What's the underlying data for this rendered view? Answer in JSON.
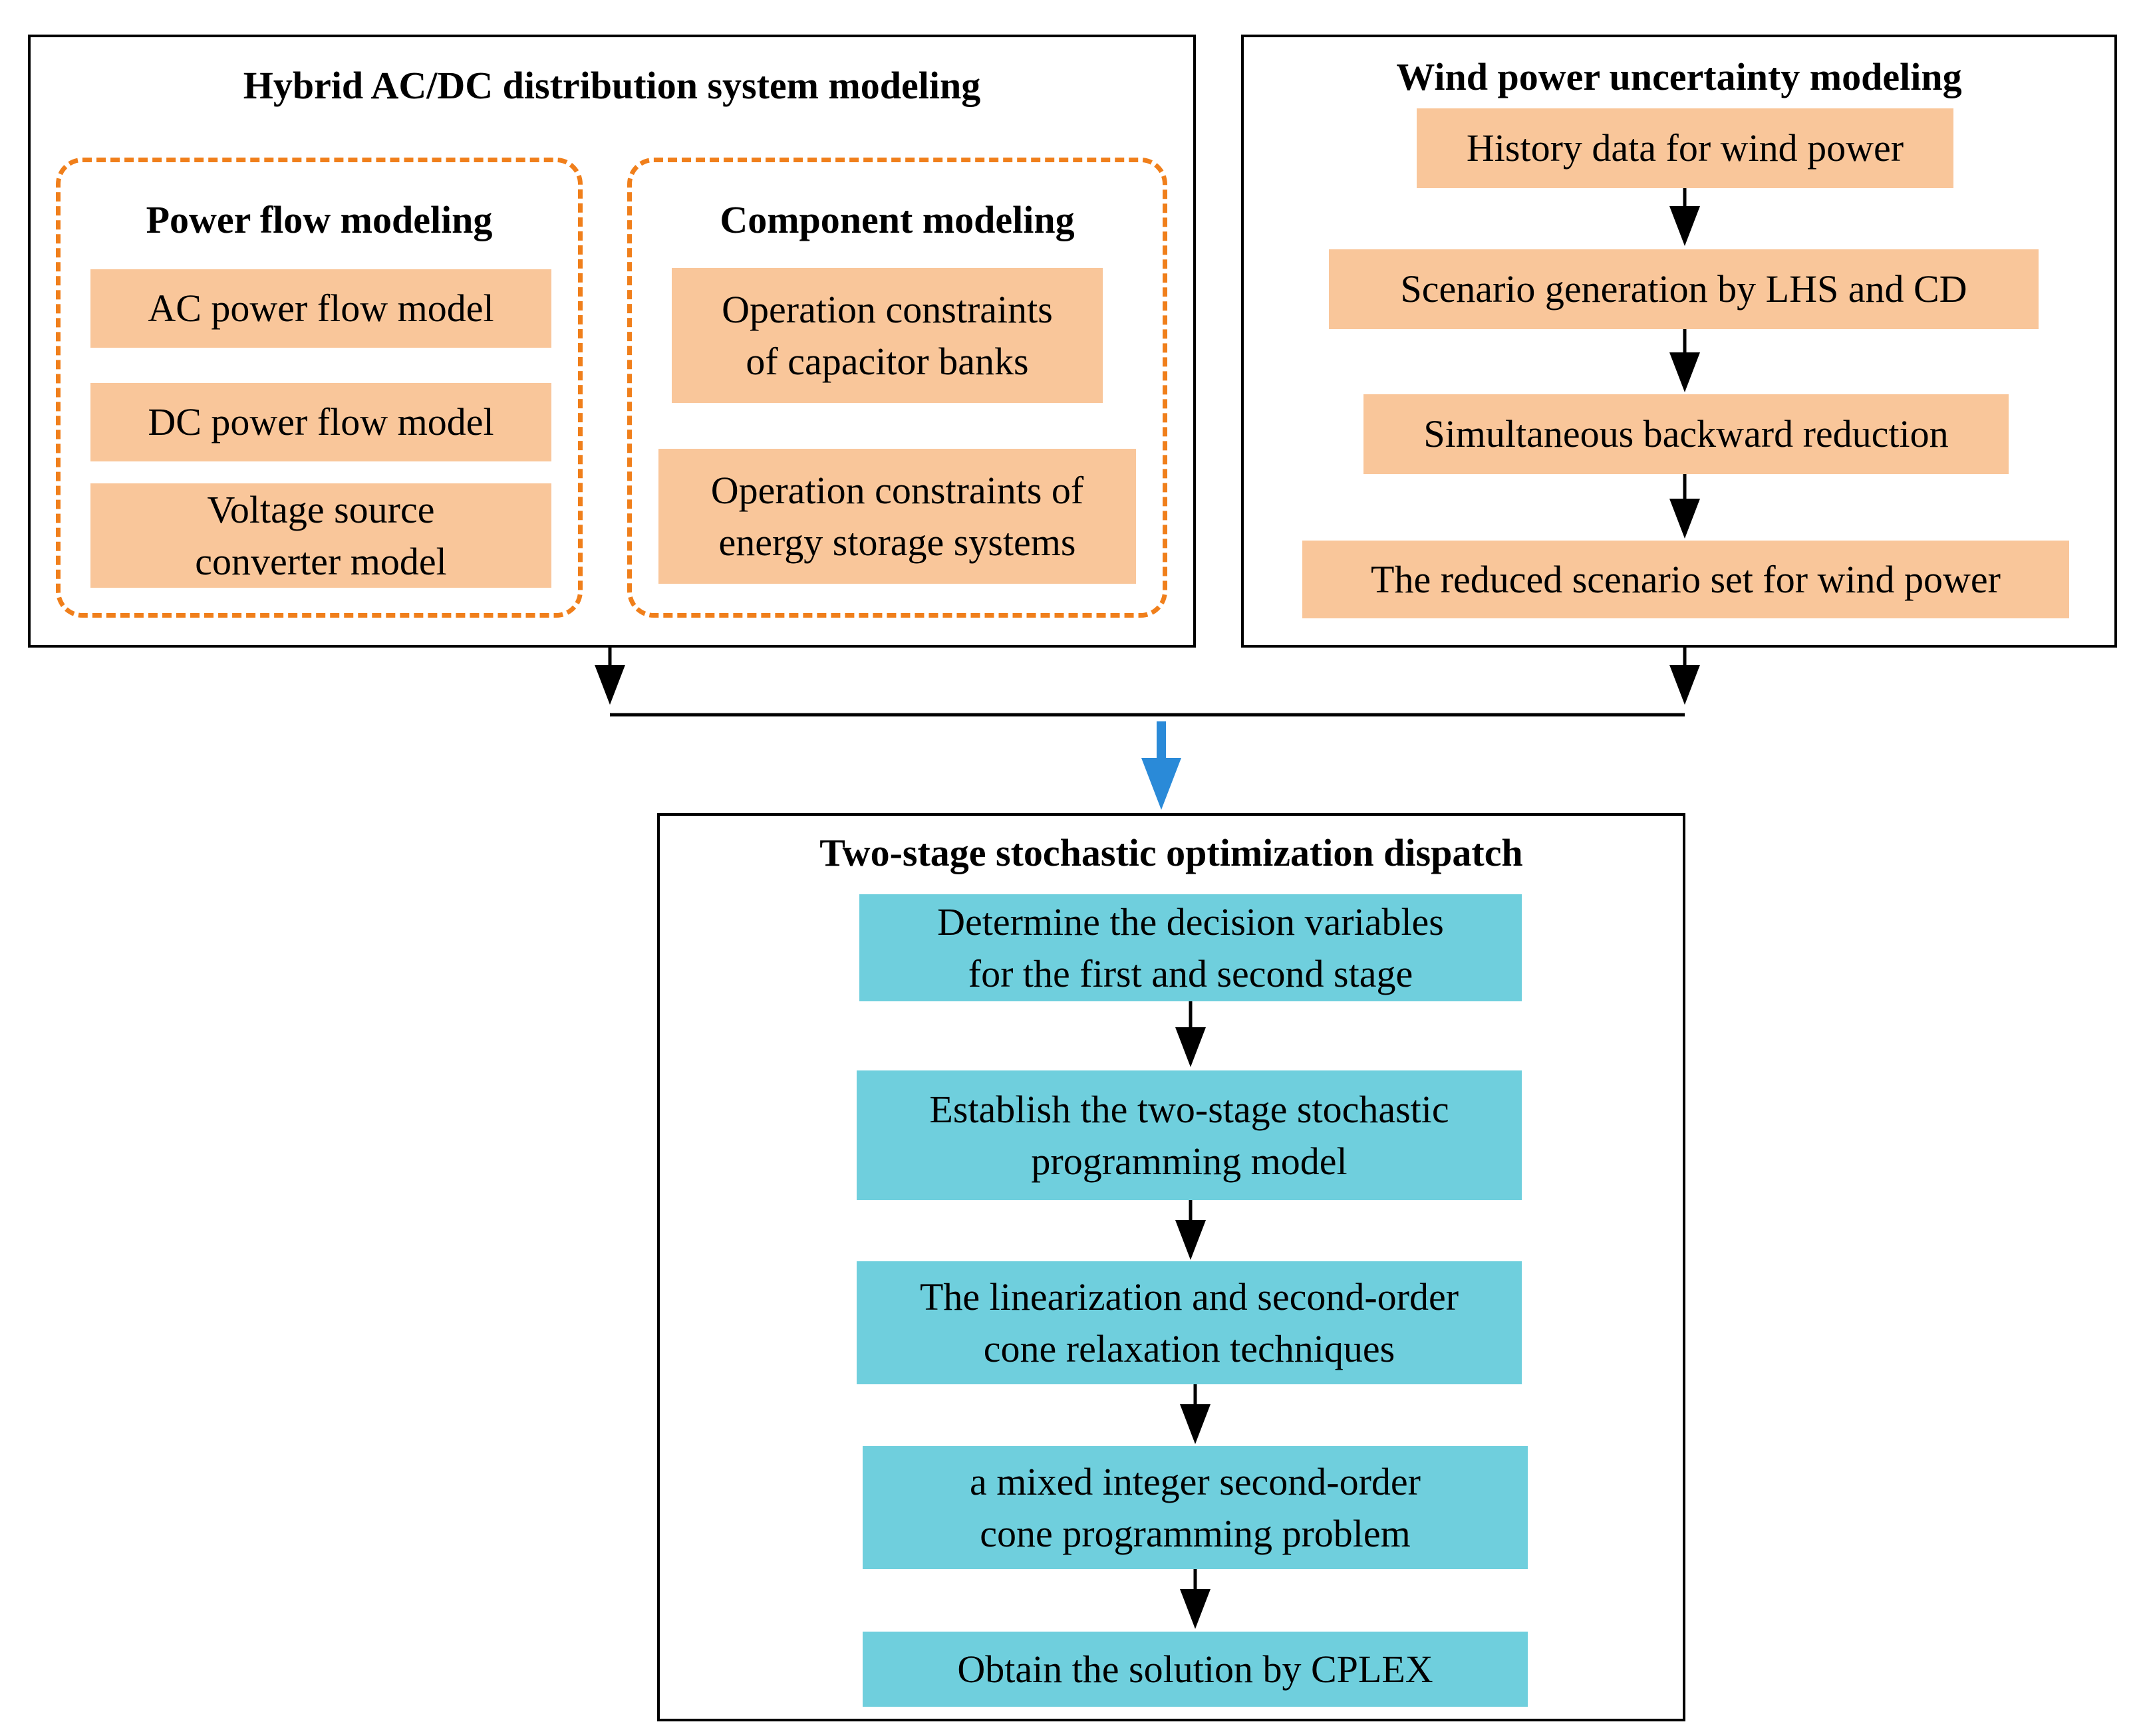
{
  "colors": {
    "orange_box": "#f9c69a",
    "orange_dash": "#f07f1b",
    "teal_box": "#6fcfdd",
    "blue_arrow": "#2a8ad8",
    "black": "#000000"
  },
  "hybrid": {
    "title": "Hybrid AC/DC distribution system modeling",
    "power_flow": {
      "title": "Power flow modeling",
      "items": [
        "AC power flow model",
        "DC power flow model",
        "Voltage source\nconverter model"
      ]
    },
    "component": {
      "title": "Component modeling",
      "items": [
        "Operation constraints\nof capacitor banks",
        "Operation constraints of\nenergy storage systems"
      ]
    }
  },
  "wind": {
    "title": "Wind power uncertainty modeling",
    "steps": [
      "History data for wind power",
      "Scenario generation by LHS and CD",
      "Simultaneous backward reduction",
      "The reduced scenario set for wind power"
    ]
  },
  "dispatch": {
    "title": "Two-stage stochastic optimization dispatch",
    "steps": [
      "Determine the decision variables\nfor the first and second stage",
      "Establish the two-stage stochastic\nprogramming model",
      "The linearization and second-order\ncone relaxation techniques",
      "a mixed integer second-order\ncone programming problem",
      "Obtain the solution by CPLEX"
    ]
  }
}
